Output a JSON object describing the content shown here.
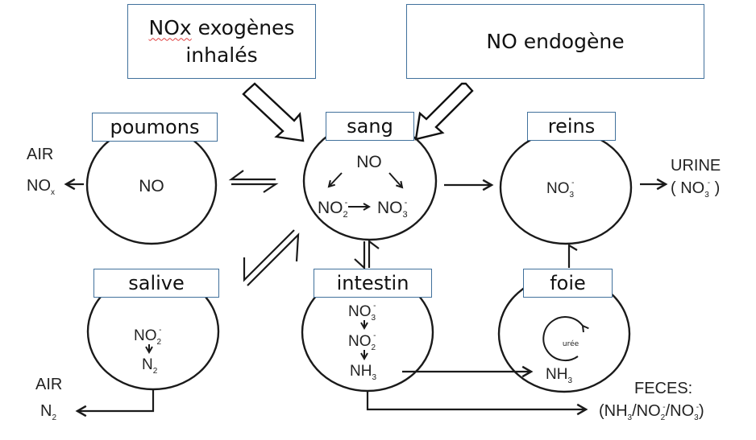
{
  "sources": {
    "exogenous": {
      "line1": "NOx exogènes",
      "line1_a": "NOx",
      "line1_b": " exogènes",
      "line2": "inhalés"
    },
    "endogenous": {
      "label": "NO endogène"
    }
  },
  "organs": {
    "poumons": {
      "label": "poumons",
      "content": "NO"
    },
    "sang": {
      "label": "sang",
      "top": "NO",
      "left": "NO",
      "left_sub": "2",
      "left_sup": "-",
      "right": "NO",
      "right_sub": "3",
      "right_sup": "-"
    },
    "reins": {
      "label": "reins",
      "content": "NO",
      "sub": "3",
      "sup": "-"
    },
    "salive": {
      "label": "salive",
      "c1": "NO",
      "c1_sub": "2",
      "c1_sup": "-",
      "c2": "N",
      "c2_sub": "2"
    },
    "intestin": {
      "label": "intestin",
      "c1": "NO",
      "c1_sub": "3",
      "c1_sup": "-",
      "c2": "NO",
      "c2_sub": "2",
      "c2_sup": "-",
      "c3": "NH",
      "c3_sub": "3"
    },
    "foie": {
      "label": "foie",
      "cycle": "urée",
      "c1": "NH",
      "c1_sub": "3"
    }
  },
  "outputs": {
    "air_nox": {
      "l1": "AIR",
      "l2": "NO",
      "l2_sub": "x"
    },
    "urine": {
      "l1": "URINE",
      "l2_open": "( NO",
      "l2_sub": "3",
      "l2_sup": "-",
      "l2_close": " )"
    },
    "air_n2": {
      "l1": "AIR",
      "l2": "N",
      "l2_sub": "2"
    },
    "feces": {
      "l1": "FECES:",
      "p_open": "(NH",
      "s1": "3",
      "m1": "/NO",
      "s2": "2",
      "sup2": "-",
      "m2": "/NO",
      "s3": "3",
      "sup3": "-",
      "p_close": ")"
    }
  },
  "colors": {
    "box_border": "#41719c",
    "line": "#1a1a1a",
    "squiggle": "#e04040"
  }
}
